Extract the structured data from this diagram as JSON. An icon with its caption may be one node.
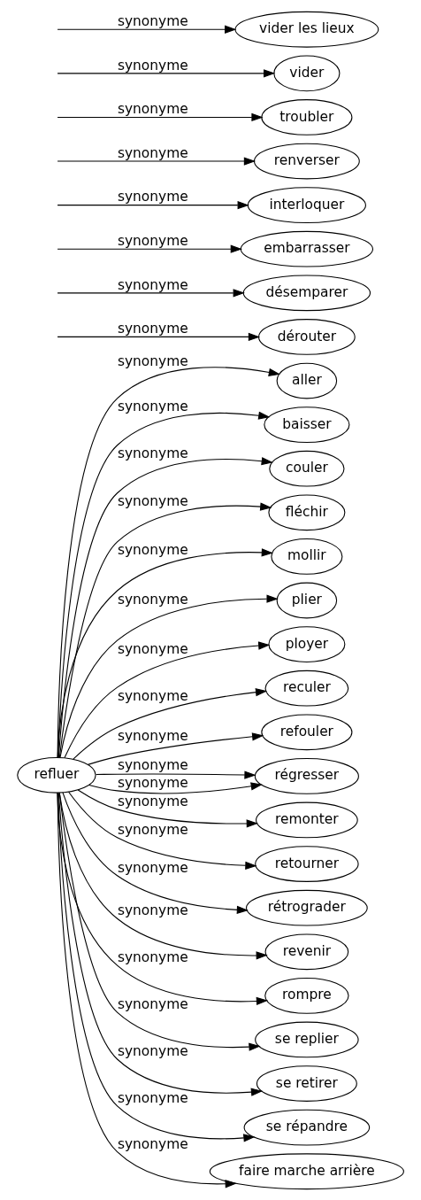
{
  "diagram": {
    "nodes": [
      {
        "text": [
          "refluer"
        ]
      },
      {
        "text": [
          "aller"
        ]
      },
      {
        "text": [
          "baisser"
        ]
      },
      {
        "text": [
          "couler"
        ]
      },
      {
        "text": [
          "fléchir"
        ]
      },
      {
        "text": [
          "mollir"
        ]
      },
      {
        "text": [
          "plier"
        ]
      },
      {
        "text": [
          "ployer"
        ]
      },
      {
        "text": [
          "reculer"
        ]
      },
      {
        "text": [
          "refouler"
        ]
      },
      {
        "text": [
          "régresser"
        ]
      },
      {
        "text": [
          "remonter"
        ]
      },
      {
        "text": [
          "retourner"
        ]
      },
      {
        "text": [
          "rétrograder"
        ]
      },
      {
        "text": [
          "revenir"
        ]
      },
      {
        "text": [
          "rompre"
        ]
      },
      {
        "text": [
          "se replier"
        ]
      },
      {
        "text": [
          "se retirer"
        ]
      },
      {
        "text": [
          "se répandre"
        ]
      },
      {
        "text": [
          "faire marche arrière"
        ]
      },
      {
        "text": [
          "dérouter"
        ]
      },
      {
        "text": [
          "désemparer"
        ]
      },
      {
        "text": [
          "embarrasser"
        ]
      },
      {
        "text": [
          "interloquer"
        ]
      },
      {
        "text": [
          "renverser"
        ]
      },
      {
        "text": [
          "troubler"
        ]
      },
      {
        "text": [
          "vider"
        ]
      },
      {
        "text": [
          "vider les lieux"
        ]
      }
    ],
    "edges": [
      {
        "from": 0,
        "to": 1,
        "arrow": "to",
        "label": "synonyme"
      },
      {
        "from": 0,
        "to": 2,
        "arrow": "to",
        "label": "synonyme"
      },
      {
        "from": 0,
        "to": 3,
        "arrow": "to",
        "label": "synonyme"
      },
      {
        "from": 0,
        "to": 4,
        "arrow": "to",
        "label": "synonyme"
      },
      {
        "from": 0,
        "to": 5,
        "arrow": "to",
        "label": "synonyme"
      },
      {
        "from": 0,
        "to": 6,
        "arrow": "to",
        "label": "synonyme"
      },
      {
        "from": 0,
        "to": 7,
        "arrow": "to",
        "label": "synonyme"
      },
      {
        "from": 0,
        "to": 8,
        "arrow": "to",
        "label": "synonyme"
      },
      {
        "from": 0,
        "to": 9,
        "arrow": "to",
        "label": "synonyme"
      },
      {
        "from": 0,
        "to": 10,
        "arrow": "to",
        "label": "synonyme"
      },
      {
        "from": 0,
        "to": 10,
        "arrow": "to",
        "label": "synonyme"
      },
      {
        "from": 0,
        "to": 11,
        "arrow": "to",
        "label": "synonyme"
      },
      {
        "from": 0,
        "to": 12,
        "arrow": "to",
        "label": "synonyme"
      },
      {
        "from": 0,
        "to": 13,
        "arrow": "to",
        "label": "synonyme"
      },
      {
        "from": 0,
        "to": 14,
        "arrow": "to",
        "label": "synonyme"
      },
      {
        "from": 0,
        "to": 15,
        "arrow": "to",
        "label": "synonyme"
      },
      {
        "from": 0,
        "to": 16,
        "arrow": "to",
        "label": "synonyme"
      },
      {
        "from": 0,
        "to": 17,
        "arrow": "to",
        "label": "synonyme"
      },
      {
        "from": 0,
        "to": 18,
        "arrow": "to",
        "label": "synonyme"
      },
      {
        "from": 0,
        "to": 19,
        "arrow": "to",
        "label": "synonyme"
      },
      {
        "from": null,
        "to": 20,
        "arrow": "to",
        "label": "synonyme"
      },
      {
        "from": null,
        "to": 21,
        "arrow": "to",
        "label": "synonyme"
      },
      {
        "from": null,
        "to": 22,
        "arrow": "to",
        "label": "synonyme"
      },
      {
        "from": null,
        "to": 23,
        "arrow": "to",
        "label": "synonyme"
      },
      {
        "from": null,
        "to": 24,
        "arrow": "to",
        "label": "synonyme"
      },
      {
        "from": null,
        "to": 25,
        "arrow": "to",
        "label": "synonyme"
      },
      {
        "from": null,
        "to": 26,
        "arrow": "to",
        "label": "synonyme"
      },
      {
        "from": null,
        "to": 27,
        "arrow": "to",
        "label": "synonyme"
      }
    ]
  }
}
